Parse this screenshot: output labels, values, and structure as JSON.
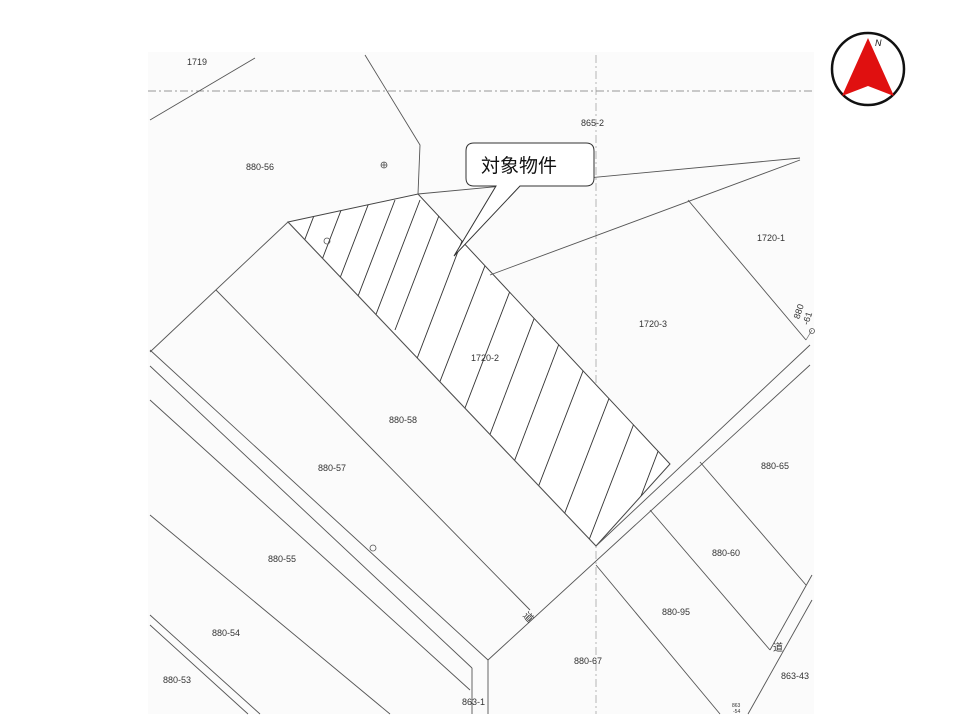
{
  "map": {
    "callout": {
      "text": "対象物件"
    },
    "compass": {
      "north_label": "N",
      "ring_color": "#111111",
      "arrow_color": "#e01010",
      "icon": "north-arrow-icon"
    },
    "parcels": [
      {
        "id": "p-1719",
        "label": "1719"
      },
      {
        "id": "p-880-56",
        "label": "880-56"
      },
      {
        "id": "p-865-2",
        "label": "865-2"
      },
      {
        "id": "p-1720-1",
        "label": "1720-1"
      },
      {
        "id": "p-1720-3",
        "label": "1720-3"
      },
      {
        "id": "p-1720-2",
        "label": "1720-2"
      },
      {
        "id": "p-880-58",
        "label": "880-58"
      },
      {
        "id": "p-880-57",
        "label": "880-57"
      },
      {
        "id": "p-880-55",
        "label": "880-55"
      },
      {
        "id": "p-880-54",
        "label": "880-54"
      },
      {
        "id": "p-880-53",
        "label": "880-53"
      },
      {
        "id": "p-880-65",
        "label": "880-65"
      },
      {
        "id": "p-880-60",
        "label": "880-60"
      },
      {
        "id": "p-880-95",
        "label": "880-95"
      },
      {
        "id": "p-880-67",
        "label": "880-67"
      },
      {
        "id": "p-863-1",
        "label": "863-1"
      },
      {
        "id": "p-863-43",
        "label": "863-43"
      },
      {
        "id": "p-880-61-a",
        "label": "880"
      },
      {
        "id": "p-880-61-b",
        "label": "-61"
      },
      {
        "id": "p-863-54-a",
        "label": "863"
      },
      {
        "id": "p-863-54-b",
        "label": "-54"
      }
    ],
    "road_labels": [
      {
        "id": "road-1",
        "label": "道"
      },
      {
        "id": "road-2",
        "label": "道"
      }
    ],
    "subject_parcel": "1720-2",
    "hatch_color": "#333333"
  }
}
